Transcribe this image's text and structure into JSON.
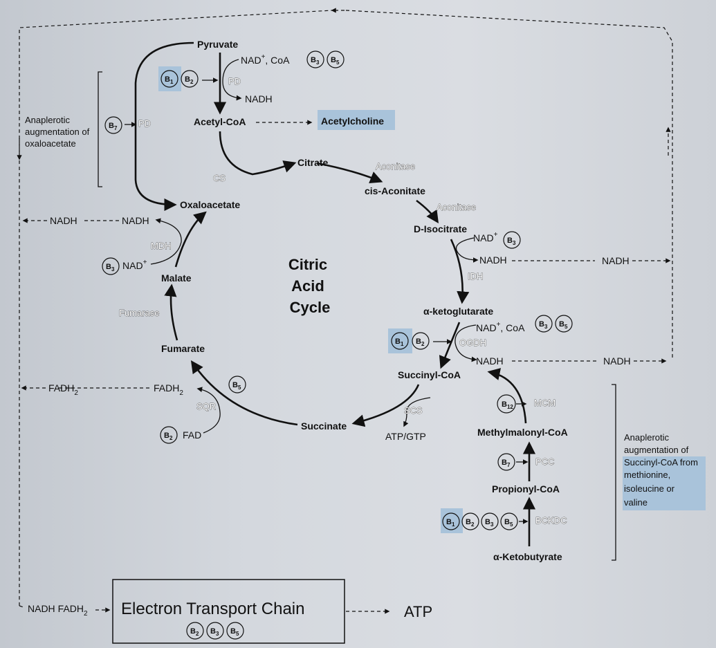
{
  "metabolites": {
    "pyruvate": "Pyruvate",
    "acetyl_coa": "Acetyl-CoA",
    "acetylcholine": "Acetylcholine",
    "citrate": "Citrate",
    "cis_aconitate": "cis-Aconitate",
    "d_isocitrate": "D-Isocitrate",
    "a_ketoglutarate": "α-ketoglutarate",
    "succinyl_coa": "Succinyl-CoA",
    "succinate": "Succinate",
    "fumarate": "Fumarate",
    "malate": "Malate",
    "oxaloacetate": "Oxaloacetate",
    "methylmalonyl_coa": "Methylmalonyl-CoA",
    "propionyl_coa": "Propionyl-CoA",
    "a_ketobutyrate": "α-Ketobutyrate"
  },
  "enzymes": {
    "pd": "PD",
    "cs": "CS",
    "aconitase": "Aconitase",
    "idh": "IDH",
    "ogdh": "OGDH",
    "scs": "SCS",
    "sqr": "SQR",
    "fumarase": "Fumarase",
    "mdh": "MDH",
    "mcm": "MCM",
    "pcc": "PCC",
    "bckdc": "BCKDC"
  },
  "cofactors": {
    "nad": "NAD",
    "plus": "+",
    "coa": ", CoA",
    "nadh": "NADH",
    "fadh2": "FADH",
    "fadh2_sub": "2",
    "fad": "FAD",
    "atp_gtp": "ATP/GTP"
  },
  "vitamins": {
    "b1": "B",
    "b1_sub": "1",
    "b2_sub": "2",
    "b3_sub": "3",
    "b5_sub": "5",
    "b7_sub": "7",
    "b12_sub": "12"
  },
  "center_title": [
    "Citric",
    "Acid",
    "Cycle"
  ],
  "left_note": [
    "Anaplerotic",
    "augmentation of",
    "oxaloacetate"
  ],
  "right_note": [
    "Anaplerotic",
    "augmentation of",
    "Succinyl-CoA from",
    "methionine,",
    "isoleucine or",
    "valine"
  ],
  "etc": {
    "inputs": "NADH",
    "inputs2": "FADH",
    "inputs2_sub": "2",
    "label": "Electron Transport Chain",
    "output": "ATP"
  },
  "highlight_color": "#a9c3da"
}
